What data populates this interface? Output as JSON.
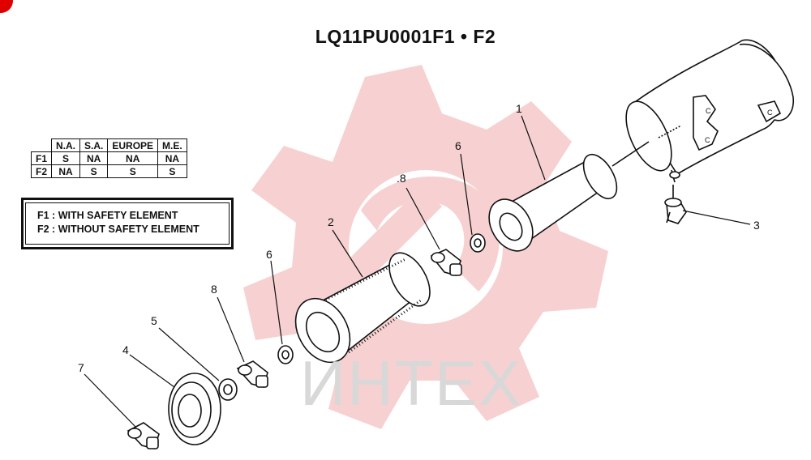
{
  "title": "LQ11PU0001F1 • F2",
  "availability_table": {
    "headers": [
      "N.A.",
      "S.A.",
      "EUROPE",
      "M.E."
    ],
    "rows": [
      {
        "label": "F1",
        "values": [
          "S",
          "NA",
          "NA",
          "NA"
        ]
      },
      {
        "label": "F2",
        "values": [
          "NA",
          "S",
          "S",
          "S"
        ]
      }
    ]
  },
  "legend": {
    "line1": "F1 : WITH SAFETY ELEMENT",
    "line2": "F2 : WITHOUT SAFETY ELEMENT"
  },
  "watermark": "ИНТЕХ",
  "callouts": {
    "c1": "1",
    "c2": "2",
    "c3": "3",
    "c4": "4",
    "c5": "5",
    "c6a": "6",
    "c6b": "6",
    "c7": "7",
    "c8a": "8",
    "c8b": ".8"
  },
  "colors": {
    "watermark_logo": "#f6c9c9",
    "badge": "#e00000",
    "ink": "#111111"
  }
}
